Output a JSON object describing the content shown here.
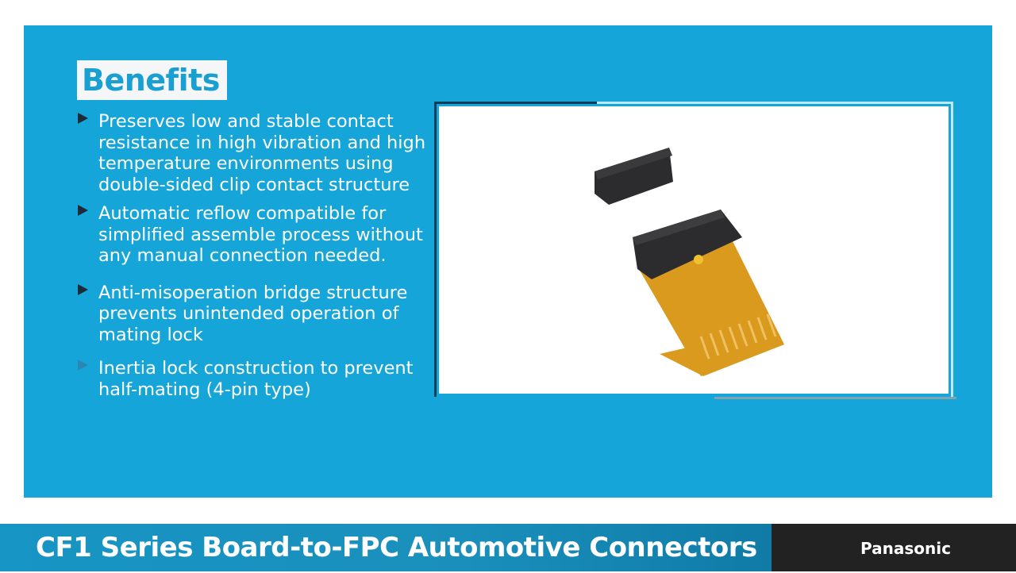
{
  "slide": {
    "heading": "Benefits",
    "bullets": [
      "Preserves low and stable contact resistance in high vibration and high temperature environments using double-sided clip contact structure",
      "Automatic reflow compatible for simplified assemble process without any manual connection needed.",
      "Anti-misoperation bridge structure prevents unintended operation of mating lock",
      "Inertia lock construction to prevent half-mating (4-pin type)"
    ]
  },
  "footer": {
    "title": "CF1 Series Board-to-FPC Automotive Connectors",
    "brand": "Panasonic"
  },
  "colors": {
    "panel": "#16a5d8",
    "fpc": "#d99a1e",
    "connector": "#2b2b2b",
    "brand_bg": "#222222"
  }
}
